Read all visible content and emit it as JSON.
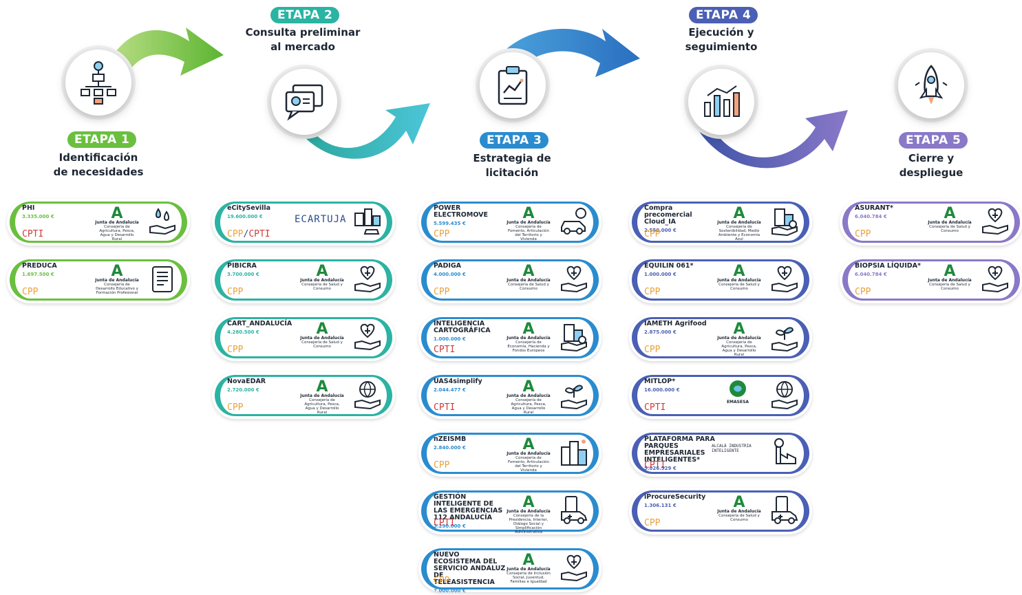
{
  "stages": [
    {
      "badge": "ETAPA 1",
      "title_line1": "Identificación",
      "title_line2": "de necesidades",
      "color": "#6abf3f",
      "icon": "flowchart-icon"
    },
    {
      "badge": "ETAPA 2",
      "title_line1": "Consulta preliminar",
      "title_line2": "al mercado",
      "color": "#2bb3a3",
      "icon": "chat-search-icon"
    },
    {
      "badge": "ETAPA 3",
      "title_line1": "Estrategia de",
      "title_line2": "licitación",
      "color": "#2a8ccf",
      "icon": "clipboard-chart-icon"
    },
    {
      "badge": "ETAPA 4",
      "title_line1": "Ejecución y",
      "title_line2": "seguimiento",
      "color": "#4a5fb5",
      "icon": "bar-chart-icon"
    },
    {
      "badge": "ETAPA 5",
      "title_line1": "Cierre y",
      "title_line2": "despliegue",
      "color": "#8a78c8",
      "icon": "rocket-icon"
    }
  ],
  "columns": [
    {
      "color": "#6abf3f",
      "cards": [
        {
          "name": "PHI",
          "amount": "3.335.000 €",
          "type": "CPTI",
          "logo": "Junta de Andalucía",
          "logo_sub": "Consejería de Agricultura, Pesca, Agua y Desarrollo Rural",
          "icon": "water-hand-icon"
        },
        {
          "name": "PREDUCA",
          "amount": "1.697.500 €",
          "type": "CPP",
          "logo": "Junta de Andalucía",
          "logo_sub": "Consejería de Desarrollo Educativo y Formación Profesional",
          "icon": "tablet-icon"
        }
      ]
    },
    {
      "color": "#2bb3a3",
      "cards": [
        {
          "name": "eCitySevilla",
          "amount": "19.600.000 €",
          "type": "CPP/CPTI",
          "logo": "",
          "logo_sub": "",
          "cartuja": "ECARTUJA",
          "icon": "city-icon"
        },
        {
          "name": "PIBICRA",
          "amount": "3.700.000 €",
          "type": "CPP",
          "logo": "Junta de Andalucía",
          "logo_sub": "Consejería de Salud y Consumo",
          "icon": "health-hand-icon"
        },
        {
          "name": "CART_ANDALUCÍA",
          "amount": "4.280.500 €",
          "type": "CPP",
          "logo": "Junta de Andalucía",
          "logo_sub": "Consejería de Salud y Consumo",
          "icon": "health-hand-icon"
        },
        {
          "name": "NovaEDAR",
          "amount": "2.720.000 €",
          "type": "CPP",
          "logo": "Junta de Andalucía",
          "logo_sub": "Consejería de Agricultura, Pesca, Agua y Desarrollo Rural",
          "icon": "globe-hand-icon"
        }
      ]
    },
    {
      "color": "#2a8ccf",
      "cards": [
        {
          "name": "POWER ELECTROMOVE",
          "amount": "5.599.435 €",
          "type": "CPP",
          "logo": "Junta de Andalucía",
          "logo_sub": "Consejería de Fomento, Articulación del Territorio y Vivienda",
          "icon": "car-icon"
        },
        {
          "name": "PADIGA",
          "amount": "4.000.000 €",
          "type": "CPP",
          "logo": "Junta de Andalucía",
          "logo_sub": "Consejería de Salud y Consumo",
          "icon": "health-hand-icon"
        },
        {
          "name": "INTELIGENCIA CARTOGRÁFICA",
          "amount": "1.000.000 €",
          "type": "CPTI",
          "logo": "Junta de Andalucía",
          "logo_sub": "Consejería de Economía, Hacienda y Fondos Europeos",
          "icon": "building-hand-icon"
        },
        {
          "name": "UAS4simplify",
          "amount": "2.044.477 €",
          "type": "CPTI",
          "logo": "Junta de Andalucía",
          "logo_sub": "Consejería de Agricultura, Pesca, Agua y Desarrollo Rural",
          "icon": "plant-hand-icon"
        },
        {
          "name": "nZEISMB",
          "amount": "2.840.000 €",
          "type": "CPP",
          "logo": "Junta de Andalucía",
          "logo_sub": "Consejería de Fomento, Articulación del Territorio y Vivienda",
          "icon": "buildings-icon"
        },
        {
          "name": "GESTIÓN INTELIGENTE DE LAS EMERGENCIAS 112 ANDALUCÍA",
          "amount": "3.290.000 €",
          "type": "CPTI",
          "logo": "Junta de Andalucía",
          "logo_sub": "Consejería de la Presidencia, Interior, Diálogo Social y Simplificación Administrativa",
          "icon": "ambulance-icon"
        },
        {
          "name": "NUEVO ECOSISTEMA DEL SERVICIO ANDALUZ DE TELEASISTENCIA",
          "amount": "2.000.000 €",
          "type": "CPP",
          "logo": "Junta de Andalucía",
          "logo_sub": "Consejería de Inclusión Social, Juventud, Familias e Igualdad",
          "icon": "health-hand-icon"
        }
      ]
    },
    {
      "color": "#4a5fb5",
      "cards": [
        {
          "name": "Compra precomercial Cloud_IA",
          "amount": "2.550.000 €",
          "type": "CPP",
          "logo": "Junta de Andalucía",
          "logo_sub": "Consejería de Sostenibilidad, Medio Ambiente y Economía Azul",
          "icon": "building-hand-icon"
        },
        {
          "name": "EQUILIN 061*",
          "amount": "1.000.000 €",
          "type": "CPP",
          "logo": "Junta de Andalucía",
          "logo_sub": "Consejería de Salud y Consumo",
          "icon": "health-hand-icon"
        },
        {
          "name": "IAMETH Agrifood",
          "amount": "2.875.000 €",
          "type": "CPP",
          "logo": "Junta de Andalucía",
          "logo_sub": "Consejería de Agricultura, Pesca, Agua y Desarrollo Rural",
          "icon": "plant-hand-icon"
        },
        {
          "name": "MITLOP*",
          "amount": "16.000.000 €",
          "type": "CPTI",
          "logo": "EMASESA",
          "logo_sub": "",
          "icon": "globe-hand-icon"
        },
        {
          "name": "PLATAFORMA PARA PARQUES EMPRESARIALES INTELIGENTES*",
          "amount": "5.026.529 €",
          "type": "CPTI",
          "logo": "ALCALÁ INDUSTRIA INTELIGENTE",
          "logo_sub": "",
          "icon": "factory-icon"
        },
        {
          "name": "iProcureSecurity",
          "amount": "1.306.131 €",
          "type": "CPP",
          "logo": "Junta de Andalucía",
          "logo_sub": "Consejería de Salud y Consumo",
          "icon": "ambulance-icon"
        }
      ]
    },
    {
      "color": "#8a78c8",
      "cards": [
        {
          "name": "ASURANT*",
          "amount": "6.040.784 €",
          "type": "CPP",
          "logo": "Junta de Andalucía",
          "logo_sub": "Consejería de Salud y Consumo",
          "icon": "health-hand-icon"
        },
        {
          "name": "BIOPSIA LÍQUIDA*",
          "amount": "6.040.784 €",
          "type": "CPP",
          "logo": "Junta de Andalucía",
          "logo_sub": "Consejería de Salud y Consumo",
          "icon": "health-hand-icon"
        }
      ]
    }
  ]
}
